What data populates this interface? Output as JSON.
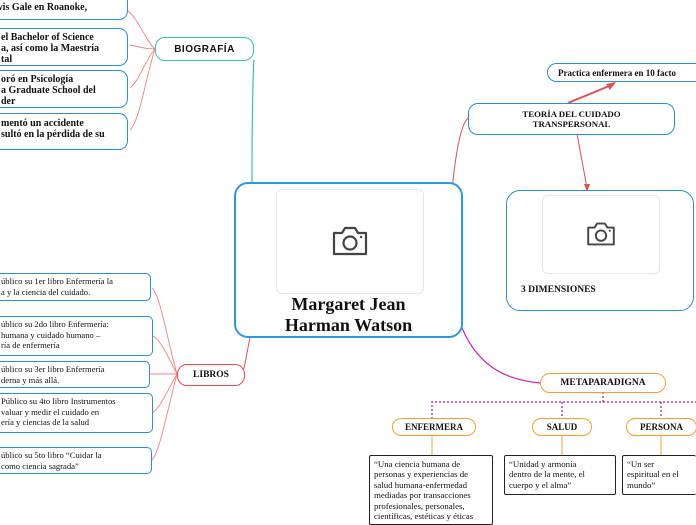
{
  "central": {
    "title_line1": "Margaret Jean",
    "title_line2": "Harman Watson",
    "image_icon": "camera-icon"
  },
  "biografia": {
    "label": "BIOGRAFÍA",
    "items": [
      {
        "line1": "ewis Gale en Roanoke,",
        "line2": ""
      },
      {
        "line1": "el Bachelor of Science",
        "line2": "a, así como la Maestría",
        "line3": "tal"
      },
      {
        "line1": "oró en Psicología",
        "line2": "a Graduate School del",
        "line3": "der"
      },
      {
        "line1": "mentó un accidente",
        "line2": "sultó en la pérdida de su"
      }
    ]
  },
  "libros": {
    "label": "LIBROS",
    "items": [
      {
        "line1": "úblico su 1er libro Enfermería la",
        "line2": "a y la ciencia del cuidado."
      },
      {
        "line1": "úblico su 2do libro Enfermería:",
        "line2": "  humana  y  cuidado  humano  –",
        "line3": "ría  de  enfermería"
      },
      {
        "line1": "úblico su 3er libro Enfermería",
        "line2": "derna y más allá."
      },
      {
        "line1": "Público su 4to libro Instrumentos",
        "line2": "valuar  y  medir  el  cuidado  en",
        "line3": "ería y ciencias de la salud"
      },
      {
        "line1": "úblico su 5to libro “Cuidar  la",
        "line2": "  como  ciencia  sagrada”"
      }
    ]
  },
  "teoria": {
    "line1": "TEORÍA DEL CUIDADO",
    "line2": "TRANSPERSONAL"
  },
  "practica": {
    "label": "Practica enfermera en 10 facto"
  },
  "dimensiones": {
    "label": "3 DIMENSIONES",
    "image_icon": "camera-icon"
  },
  "metaparadigma": {
    "label": "METAPARADIGNA",
    "categories": [
      {
        "label": "ENFERMERA",
        "desc": [
          "“Una ciencia humana de",
          "personas y experiencias de",
          "salud humana-enfermedad",
          "mediadas  por  transacciones",
          "profesionales,  personales,",
          "científicas, estéticas y éticas"
        ]
      },
      {
        "label": "SALUD",
        "desc": [
          "“Unidad y armonía",
          "dentro de la mente, el",
          "cuerpo y el alma”"
        ]
      },
      {
        "label": "PERSONA",
        "desc": [
          "“Un ser",
          "espiritual en el",
          "mundo”"
        ]
      }
    ]
  },
  "colors": {
    "green": "#3cc493",
    "red": "#e05050",
    "orange": "#f0a030",
    "blue": "#2a8fd8",
    "magenta": "#d020b0"
  }
}
